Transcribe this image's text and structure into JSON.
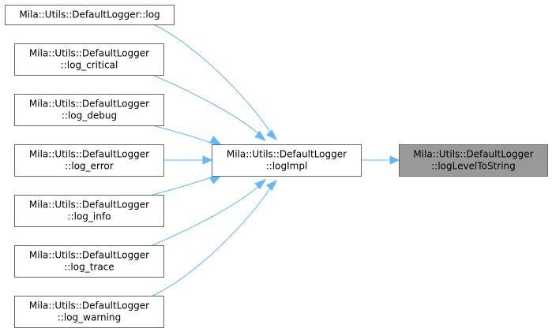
{
  "colors": {
    "node_fill": "#ffffff",
    "node_border": "#666666",
    "highlight_fill": "#999999",
    "edge": "#63b8ff",
    "text": "#000000"
  },
  "nodes": {
    "log": {
      "lines": [
        "Mila::Utils::DefaultLogger::log"
      ]
    },
    "log_critical": {
      "lines": [
        "Mila::Utils::DefaultLogger",
        "::log_critical"
      ]
    },
    "log_debug": {
      "lines": [
        "Mila::Utils::DefaultLogger",
        "::log_debug"
      ]
    },
    "log_error": {
      "lines": [
        "Mila::Utils::DefaultLogger",
        "::log_error"
      ]
    },
    "log_info": {
      "lines": [
        "Mila::Utils::DefaultLogger",
        "::log_info"
      ]
    },
    "log_trace": {
      "lines": [
        "Mila::Utils::DefaultLogger",
        "::log_trace"
      ]
    },
    "log_warning": {
      "lines": [
        "Mila::Utils::DefaultLogger",
        "::log_warning"
      ]
    },
    "logImpl": {
      "lines": [
        "Mila::Utils::DefaultLogger",
        "::logImpl"
      ]
    },
    "logLevelToString": {
      "lines": [
        "Mila::Utils::DefaultLogger",
        "::logLevelToString"
      ],
      "highlighted": true
    }
  },
  "edges": [
    {
      "from": "log",
      "to": "logImpl"
    },
    {
      "from": "log_critical",
      "to": "logImpl"
    },
    {
      "from": "log_debug",
      "to": "logImpl"
    },
    {
      "from": "log_error",
      "to": "logImpl"
    },
    {
      "from": "log_info",
      "to": "logImpl"
    },
    {
      "from": "log_trace",
      "to": "logImpl"
    },
    {
      "from": "log_warning",
      "to": "logImpl"
    },
    {
      "from": "logImpl",
      "to": "logLevelToString"
    }
  ]
}
